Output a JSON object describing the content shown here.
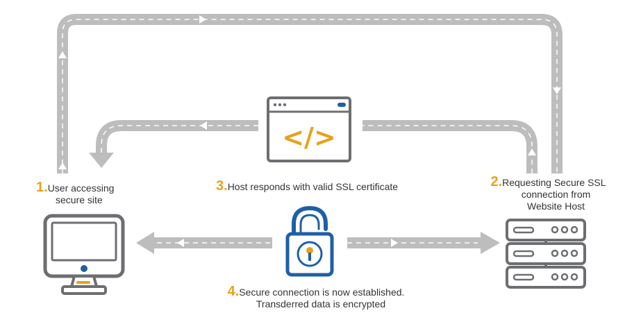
{
  "steps": [
    {
      "number": "1.",
      "lines": [
        "User accessing",
        "secure site"
      ]
    },
    {
      "number": "2.",
      "lines": [
        "Requesting Secure SSL",
        "connection from",
        "Website Host"
      ]
    },
    {
      "number": "3.",
      "lines": [
        "Host responds with valid SSL certificate"
      ]
    },
    {
      "number": "4.",
      "lines": [
        "Secure connection is now established.",
        "Transderred data is encrypted"
      ]
    }
  ],
  "icons": {
    "user": "desktop-computer-icon",
    "host": "server-rack-icon",
    "certificate": "browser-code-window-icon",
    "secure": "padlock-icon",
    "code_glyph": "</>"
  },
  "colors": {
    "arrow_track": "#bdbdbd",
    "arrow_dash": "#ffffff",
    "icon_outline": "#6d6e71",
    "accent_orange": "#e8a21a",
    "accent_blue": "#1f5fa6"
  }
}
